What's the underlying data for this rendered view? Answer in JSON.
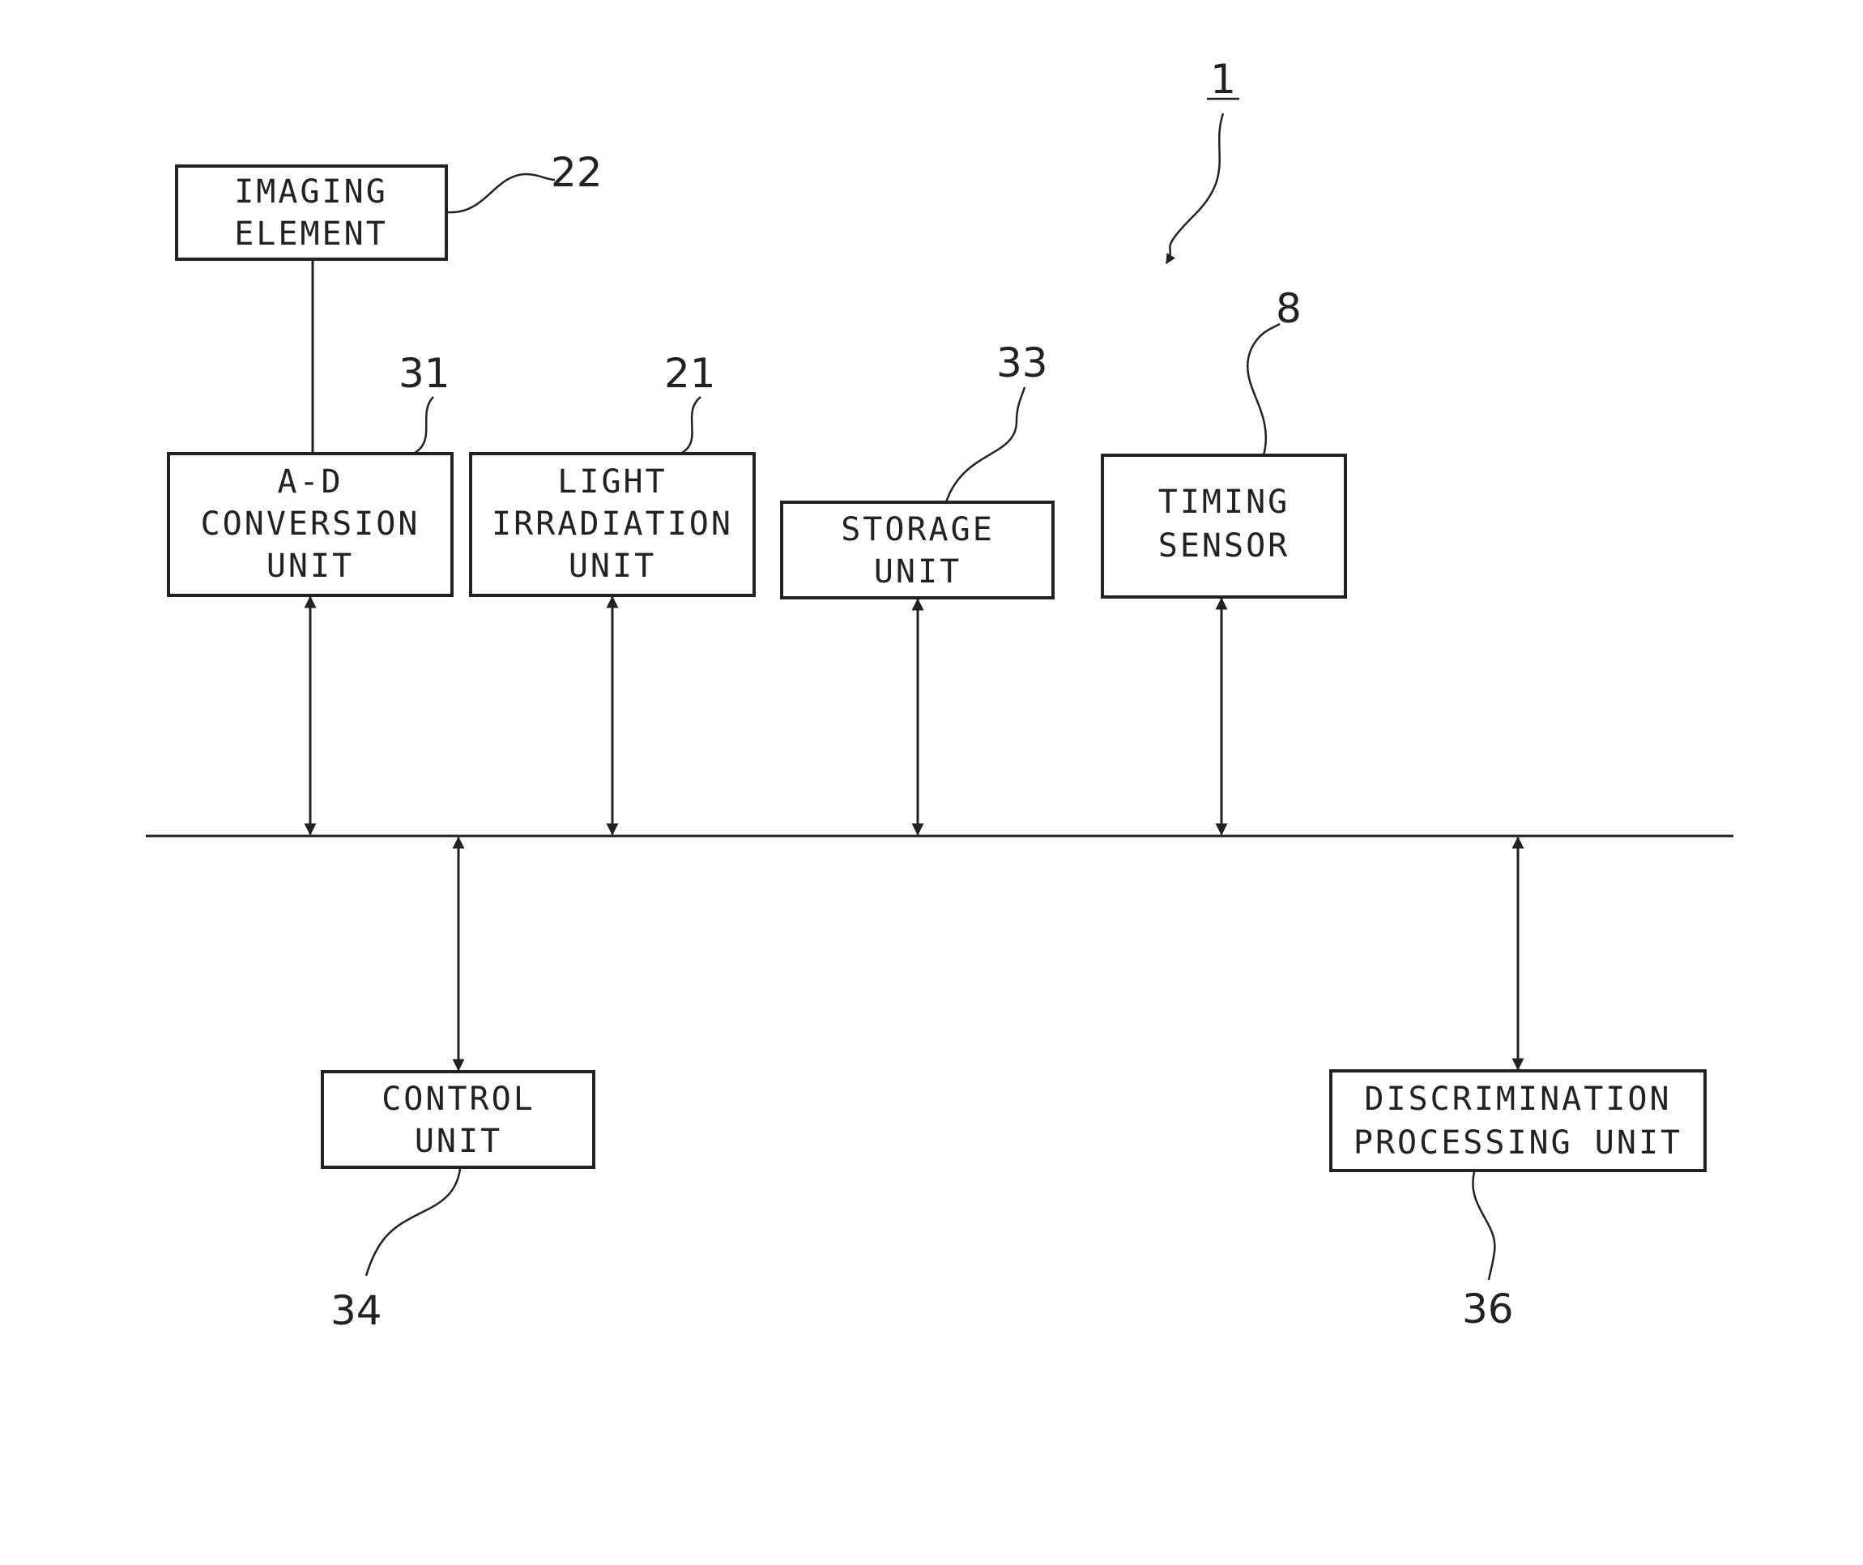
{
  "figure": {
    "reference_numeral": "1"
  },
  "blocks": {
    "imaging_element": {
      "lines": [
        "IMAGING",
        "ELEMENT"
      ],
      "ref": "22"
    },
    "ad_conversion": {
      "lines": [
        "A-D",
        "CONVERSION",
        "UNIT"
      ],
      "ref": "31"
    },
    "light_irradiation": {
      "lines": [
        "LIGHT",
        "IRRADIATION",
        "UNIT"
      ],
      "ref": "21"
    },
    "storage": {
      "lines": [
        "STORAGE",
        "UNIT"
      ],
      "ref": "33"
    },
    "timing_sensor": {
      "lines": [
        "TIMING",
        "SENSOR"
      ],
      "ref": "8"
    },
    "control": {
      "lines": [
        "CONTROL",
        "UNIT"
      ],
      "ref": "34"
    },
    "discrimination": {
      "lines": [
        "DISCRIMINATION",
        "PROCESSING UNIT"
      ],
      "ref": "36"
    }
  }
}
